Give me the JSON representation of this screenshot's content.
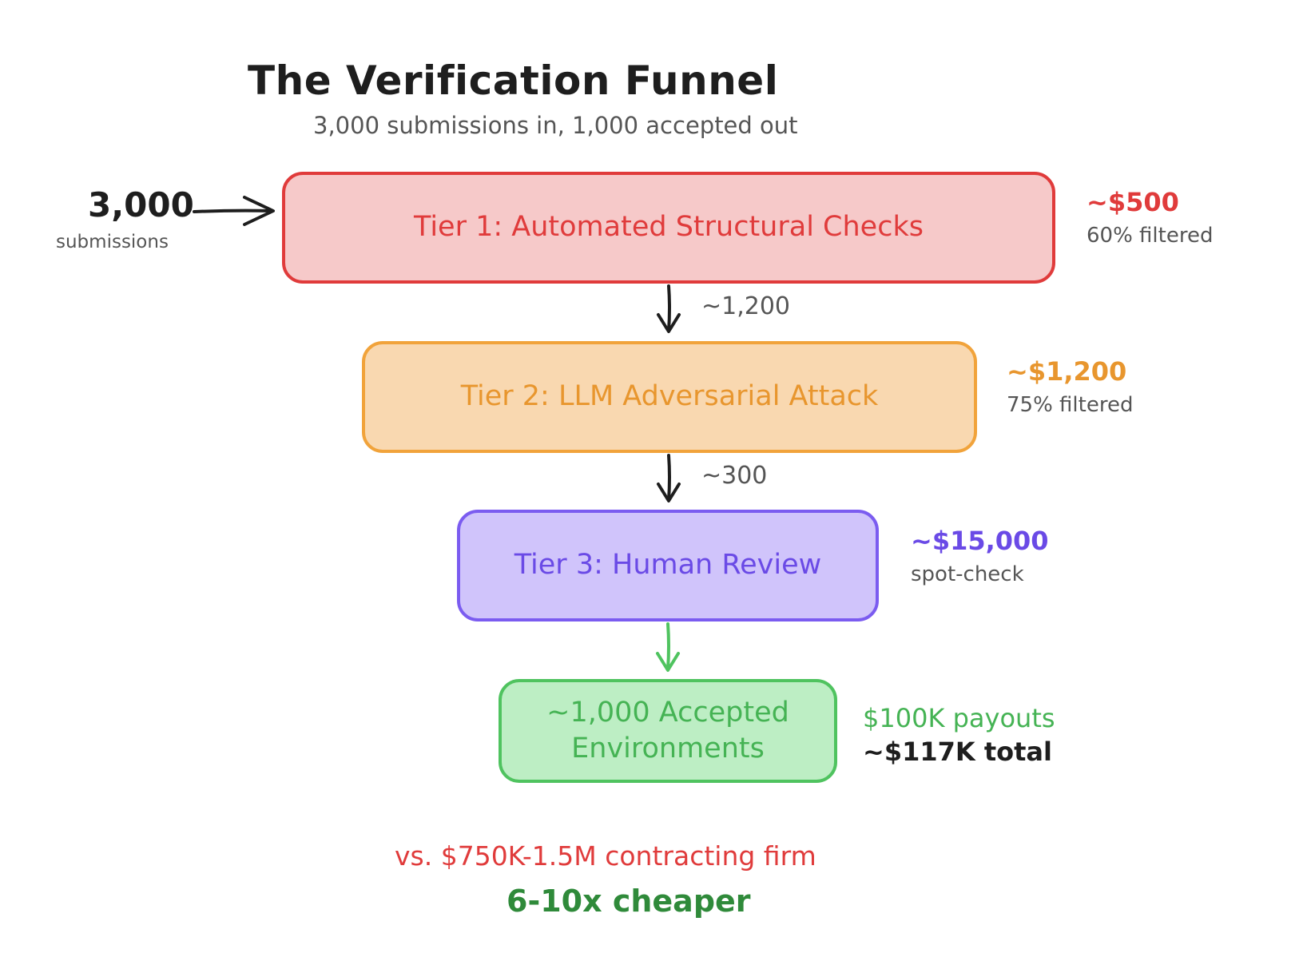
{
  "header": {
    "title": "The Verification Funnel",
    "subtitle": "3,000 submissions in, 1,000 accepted out"
  },
  "input": {
    "count": "3,000",
    "caption": "submissions"
  },
  "tiers": [
    {
      "label": "Tier 1: Automated Structural Checks",
      "cost": "~$500",
      "note": "60% filtered",
      "border": "#e03b3b",
      "fill": "#f6c9c9"
    },
    {
      "label": "Tier 2: LLM Adversarial Attack",
      "cost": "~$1,200",
      "note": "75% filtered",
      "border": "#f1a33b",
      "fill": "#f9d8b0"
    },
    {
      "label": "Tier 3: Human Review",
      "cost": "~$15,000",
      "note": "spot-check",
      "border": "#7b5cf0",
      "fill": "#d0c4fb"
    }
  ],
  "output": {
    "label": "~1,000 Accepted Environments",
    "payouts": "$100K payouts",
    "total": "~$117K total",
    "border": "#4fc35f",
    "fill": "#bdeec4"
  },
  "flows": [
    {
      "label": "~1,200"
    },
    {
      "label": "~300"
    }
  ],
  "comparison": {
    "line": "vs. $750K-1.5M contracting firm",
    "result": "6-10x cheaper"
  },
  "colors": {
    "red": "#e03b3b",
    "orange": "#e8962e",
    "purple": "#6a4ae6",
    "green": "#45b354",
    "dark_green": "#2f8a3a",
    "ink": "#1e1e1e"
  }
}
